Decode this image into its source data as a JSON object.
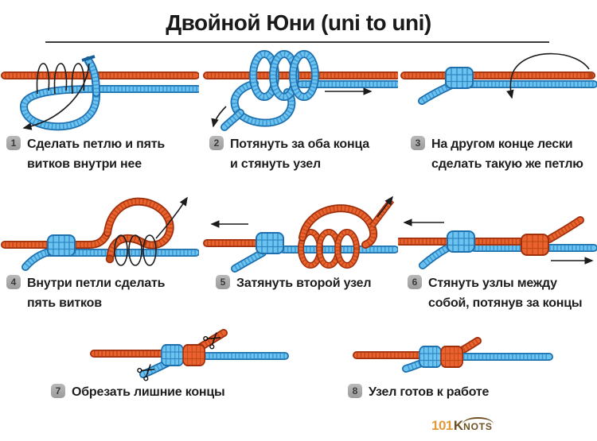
{
  "title": "Двойной Юни (uni to uni)",
  "steps": [
    {
      "num": "1",
      "lines": [
        "Сделать петлю и пять",
        "витков внутри нее"
      ]
    },
    {
      "num": "2",
      "lines": [
        "Потянуть за оба конца",
        "и стянуть узел"
      ]
    },
    {
      "num": "3",
      "lines": [
        "На другом конце лески",
        "сделать такую же петлю"
      ]
    },
    {
      "num": "4",
      "lines": [
        "Внутри петли сделать",
        "пять витков"
      ]
    },
    {
      "num": "5",
      "lines": [
        "Затянуть второй узел"
      ]
    },
    {
      "num": "6",
      "lines": [
        "Стянуть узлы между",
        "собой, потянув за концы"
      ]
    },
    {
      "num": "7",
      "lines": [
        "Обрезать лишние концы"
      ]
    },
    {
      "num": "8",
      "lines": [
        "Узел готов к работе"
      ]
    }
  ],
  "logo": {
    "number": "101",
    "initial": "K",
    "rest": "NOTS"
  },
  "colors": {
    "rope_orange": "#ea6230",
    "rope_blue": "#6cc3ef",
    "arrow_black": "#1c1c1c",
    "badge_gray": "#a9a9a9",
    "logo_number": "#e29a3b",
    "logo_word": "#6f5024"
  }
}
